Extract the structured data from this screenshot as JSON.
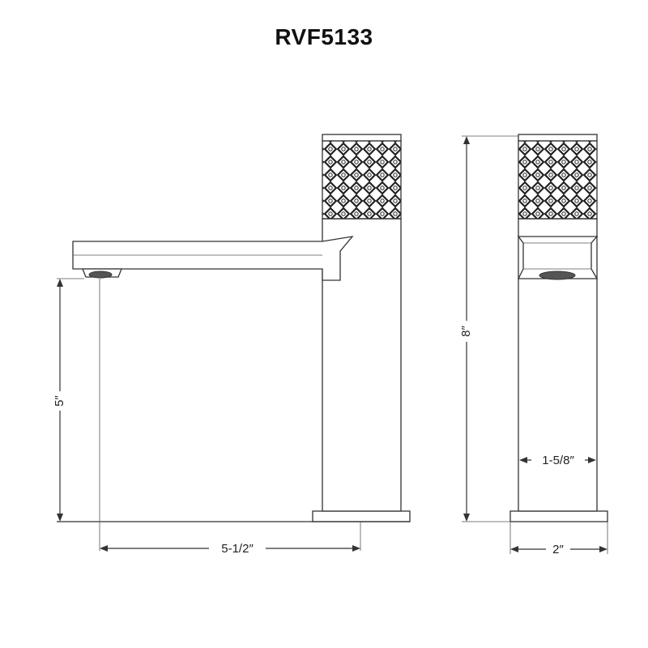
{
  "title": "RVF5133",
  "dimensions": {
    "spout_height": "5″",
    "spout_reach": "5-1/2″",
    "total_height": "8″",
    "body_width": "1-5/8″",
    "base_width": "2″"
  },
  "colors": {
    "line": "#333333",
    "background": "#ffffff"
  }
}
